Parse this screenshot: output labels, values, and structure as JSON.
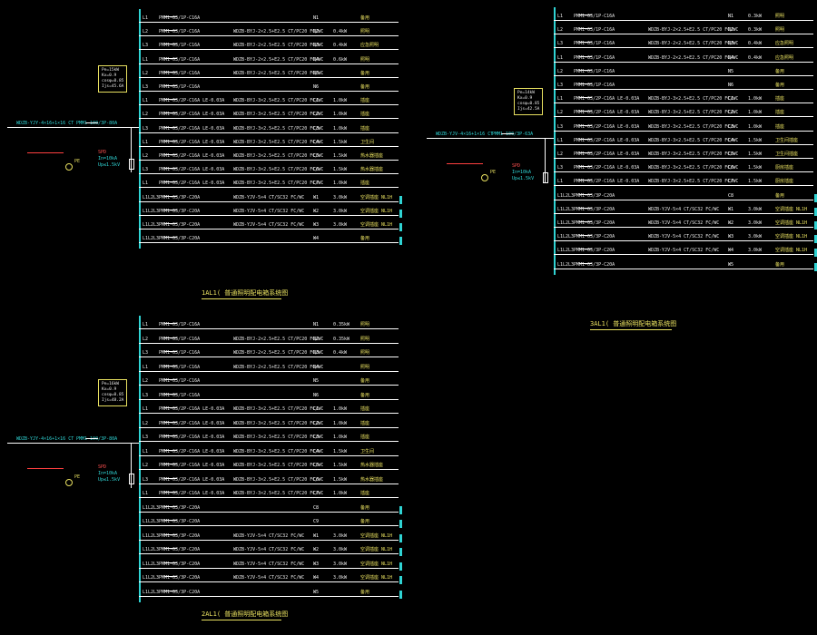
{
  "colors": {
    "bus": "#2fd3d3",
    "accent": "#e8e060",
    "alert": "#ff4040",
    "line": "#ffffff"
  },
  "panels": [
    {
      "id": "p1",
      "caption": "1AL1( 普通照明配电箱系统图",
      "info_lines": [
        "Pe=15kW",
        "Kx=0.9",
        "cosφ=0.85",
        "Ijs=45.6A"
      ],
      "incoming": "WDZB-YJY-4×16+1×16 CT",
      "main_breaker": "PMM1-100/3P-80A",
      "spd_lines": [
        "SPD",
        "In=10kA",
        "Up≤1.5kV"
      ],
      "pe_label": "PE",
      "rows": [
        {
          "ph": "L1",
          "br": "PMM1-63/1P-C16A",
          "cb": "",
          "num": "N1",
          "pw": "",
          "use": "备用"
        },
        {
          "ph": "L2",
          "br": "PMM1-63/1P-C16A",
          "cb": "WDZB-BYJ-2×2.5+E2.5 CT/PC20 FC/WC",
          "num": "N2",
          "pw": "0.4kW",
          "use": "照明"
        },
        {
          "ph": "L3",
          "br": "PMM1-63/1P-C16A",
          "cb": "WDZB-BYJ-2×2.5+E2.5 CT/PC20 FC/WC",
          "num": "N3",
          "pw": "0.4kW",
          "use": "应急照明"
        },
        {
          "ph": "L1",
          "br": "PMM1-63/1P-C16A",
          "cb": "WDZB-BYJ-2×2.5+E2.5 CT/PC20 FC/WC",
          "num": "N4",
          "pw": "0.6kW",
          "use": "照明"
        },
        {
          "ph": "L2",
          "br": "PMM1-63/1P-C16A",
          "cb": "WDZB-BYJ-2×2.5+E2.5 CT/PC20 FC/WC",
          "num": "N5",
          "pw": "",
          "use": "备用"
        },
        {
          "ph": "L3",
          "br": "PMM1-63/1P-C16A",
          "cb": "",
          "num": "N6",
          "pw": "",
          "use": "备用"
        },
        {
          "ph": "L1",
          "br": "PMM1-63/2P-C16A LE-0.03A",
          "cb": "WDZB-BYJ-3×2.5+E2.5 CT/PC20 FC/WC",
          "num": "C1",
          "pw": "1.0kW",
          "use": "插座"
        },
        {
          "ph": "L2",
          "br": "PMM1-63/2P-C16A LE-0.03A",
          "cb": "WDZB-BYJ-3×2.5+E2.5 CT/PC20 FC/WC",
          "num": "C2",
          "pw": "1.0kW",
          "use": "插座"
        },
        {
          "ph": "L3",
          "br": "PMM1-63/2P-C16A LE-0.03A",
          "cb": "WDZB-BYJ-3×2.5+E2.5 CT/PC20 FC/WC",
          "num": "C3",
          "pw": "1.0kW",
          "use": "插座"
        },
        {
          "ph": "L1",
          "br": "PMM1-63/2P-C16A LE-0.03A",
          "cb": "WDZB-BYJ-3×2.5+E2.5 CT/PC20 FC/WC",
          "num": "C4",
          "pw": "1.5kW",
          "use": "卫生间"
        },
        {
          "ph": "L2",
          "br": "PMM1-63/2P-C16A LE-0.03A",
          "cb": "WDZB-BYJ-3×2.5+E2.5 CT/PC20 FC/WC",
          "num": "C5",
          "pw": "1.5kW",
          "use": "热水器插座"
        },
        {
          "ph": "L3",
          "br": "PMM1-63/2P-C16A LE-0.03A",
          "cb": "WDZB-BYJ-3×2.5+E2.5 CT/PC20 FC/WC",
          "num": "C6",
          "pw": "1.5kW",
          "use": "热水器插座"
        },
        {
          "ph": "L1",
          "br": "PMM1-63/2P-C16A LE-0.03A",
          "cb": "WDZB-BYJ-3×2.5+E2.5 CT/PC20 FC/WC",
          "num": "C7",
          "pw": "1.0kW",
          "use": "插座"
        },
        {
          "ph": "L1L2L3",
          "br": "PMM1-63/3P-C20A",
          "cb": "WDZB-YJV-5×4 CT/SC32 FC/WC",
          "num": "W1",
          "pw": "3.0kW",
          "use": "空调插座 NL1H"
        },
        {
          "ph": "L1L2L3",
          "br": "PMM1-63/3P-C20A",
          "cb": "WDZB-YJV-5×4 CT/SC32 FC/WC",
          "num": "W2",
          "pw": "3.0kW",
          "use": "空调插座 NL1H"
        },
        {
          "ph": "L1L2L3",
          "br": "PMM1-63/3P-C20A",
          "cb": "WDZB-YJV-5×4 CT/SC32 FC/WC",
          "num": "W3",
          "pw": "3.0kW",
          "use": "空调插座 NL1H"
        },
        {
          "ph": "L1L2L3",
          "br": "PMM1-63/3P-C20A",
          "cb": "",
          "num": "W4",
          "pw": "",
          "use": "备用"
        }
      ]
    },
    {
      "id": "p2",
      "caption": "2AL1( 普通照明配电箱系统图",
      "info_lines": [
        "Pe=16kW",
        "Kx=0.9",
        "cosφ=0.85",
        "Ijs=48.2A"
      ],
      "incoming": "WDZB-YJY-4×16+1×16 CT",
      "main_breaker": "PMM1-100/3P-80A",
      "spd_lines": [
        "SPD",
        "In=10kA",
        "Up≤1.5kV"
      ],
      "pe_label": "PE",
      "rows": [
        {
          "ph": "L1",
          "br": "PMM1-63/1P-C16A",
          "cb": "",
          "num": "N1",
          "pw": "0.35kW",
          "use": "照明"
        },
        {
          "ph": "L2",
          "br": "PMM1-63/1P-C16A",
          "cb": "WDZB-BYJ-2×2.5+E2.5 CT/PC20 FC/WC",
          "num": "N2",
          "pw": "0.35kW",
          "use": "照明"
        },
        {
          "ph": "L3",
          "br": "PMM1-63/1P-C16A",
          "cb": "WDZB-BYJ-2×2.5+E2.5 CT/PC20 FC/WC",
          "num": "N3",
          "pw": "0.4kW",
          "use": "照明"
        },
        {
          "ph": "L1",
          "br": "PMM1-63/1P-C16A",
          "cb": "WDZB-BYJ-2×2.5+E2.5 CT/PC20 FC/WC",
          "num": "N4",
          "pw": "",
          "use": "照明"
        },
        {
          "ph": "L2",
          "br": "PMM1-63/1P-C16A",
          "cb": "",
          "num": "N5",
          "pw": "",
          "use": "备用"
        },
        {
          "ph": "L3",
          "br": "PMM1-63/1P-C16A",
          "cb": "",
          "num": "N6",
          "pw": "",
          "use": "备用"
        },
        {
          "ph": "L1",
          "br": "PMM1-63/2P-C16A LE-0.03A",
          "cb": "WDZB-BYJ-3×2.5+E2.5 CT/PC20 FC/WC",
          "num": "C1",
          "pw": "1.0kW",
          "use": "插座"
        },
        {
          "ph": "L2",
          "br": "PMM1-63/2P-C16A LE-0.03A",
          "cb": "WDZB-BYJ-3×2.5+E2.5 CT/PC20 FC/WC",
          "num": "C2",
          "pw": "1.0kW",
          "use": "插座"
        },
        {
          "ph": "L3",
          "br": "PMM1-63/2P-C16A LE-0.03A",
          "cb": "WDZB-BYJ-3×2.5+E2.5 CT/PC20 FC/WC",
          "num": "C3",
          "pw": "1.0kW",
          "use": "插座"
        },
        {
          "ph": "L1",
          "br": "PMM1-63/2P-C16A LE-0.03A",
          "cb": "WDZB-BYJ-3×2.5+E2.5 CT/PC20 FC/WC",
          "num": "C4",
          "pw": "1.5kW",
          "use": "卫生间"
        },
        {
          "ph": "L2",
          "br": "PMM1-63/2P-C16A LE-0.03A",
          "cb": "WDZB-BYJ-3×2.5+E2.5 CT/PC20 FC/WC",
          "num": "C5",
          "pw": "1.5kW",
          "use": "热水器插座"
        },
        {
          "ph": "L3",
          "br": "PMM1-63/2P-C16A LE-0.03A",
          "cb": "WDZB-BYJ-3×2.5+E2.5 CT/PC20 FC/WC",
          "num": "C6",
          "pw": "1.5kW",
          "use": "热水器插座"
        },
        {
          "ph": "L1",
          "br": "PMM1-63/2P-C16A LE-0.03A",
          "cb": "WDZB-BYJ-3×2.5+E2.5 CT/PC20 FC/WC",
          "num": "C7",
          "pw": "1.0kW",
          "use": "插座"
        },
        {
          "ph": "L1L2L3",
          "br": "PMM1-63/3P-C20A",
          "cb": "",
          "num": "C8",
          "pw": "",
          "use": "备用"
        },
        {
          "ph": "L1L2L3",
          "br": "PMM1-63/3P-C20A",
          "cb": "",
          "num": "C9",
          "pw": "",
          "use": "备用"
        },
        {
          "ph": "L1L2L3",
          "br": "PMM1-63/3P-C20A",
          "cb": "WDZB-YJV-5×4 CT/SC32 FC/WC",
          "num": "W1",
          "pw": "3.0kW",
          "use": "空调插座 NL1H"
        },
        {
          "ph": "L1L2L3",
          "br": "PMM1-63/3P-C20A",
          "cb": "WDZB-YJV-5×4 CT/SC32 FC/WC",
          "num": "W2",
          "pw": "3.0kW",
          "use": "空调插座 NL1H"
        },
        {
          "ph": "L1L2L3",
          "br": "PMM1-63/3P-C20A",
          "cb": "WDZB-YJV-5×4 CT/SC32 FC/WC",
          "num": "W3",
          "pw": "3.0kW",
          "use": "空调插座 NL1H"
        },
        {
          "ph": "L1L2L3",
          "br": "PMM1-63/3P-C20A",
          "cb": "WDZB-YJV-5×4 CT/SC32 FC/WC",
          "num": "W4",
          "pw": "3.0kW",
          "use": "空调插座 NL1H"
        },
        {
          "ph": "L1L2L3",
          "br": "PMM1-63/3P-C20A",
          "cb": "",
          "num": "W5",
          "pw": "",
          "use": "备用"
        }
      ]
    },
    {
      "id": "p3",
      "caption": "3AL1( 普通照明配电箱系统图",
      "info_lines": [
        "Pe=14kW",
        "Kx=0.9",
        "cosφ=0.85",
        "Ijs=42.5A"
      ],
      "incoming": "WDZB-YJV-4×16+1×16 CT",
      "main_breaker": "PMM1-100/3P-63A",
      "spd_lines": [
        "SPD",
        "In=10kA",
        "Up≤1.5kV"
      ],
      "pe_label": "PE",
      "rows": [
        {
          "ph": "L1",
          "br": "PMM1-63/1P-C16A",
          "cb": "",
          "num": "N1",
          "pw": "0.3kW",
          "use": "照明"
        },
        {
          "ph": "L2",
          "br": "PMM1-63/1P-C16A",
          "cb": "WDZB-BYJ-2×2.5+E2.5 CT/PC20 FC/WC",
          "num": "N2",
          "pw": "0.3kW",
          "use": "照明"
        },
        {
          "ph": "L3",
          "br": "PMM1-63/1P-C16A",
          "cb": "WDZB-BYJ-2×2.5+E2.5 CT/PC20 FC/WC",
          "num": "N3",
          "pw": "0.4kW",
          "use": "应急照明"
        },
        {
          "ph": "L1",
          "br": "PMM1-63/1P-C16A",
          "cb": "WDZB-BYJ-2×2.5+E2.5 CT/PC20 FC/WC",
          "num": "N4",
          "pw": "0.4kW",
          "use": "应急照明"
        },
        {
          "ph": "L2",
          "br": "PMM1-63/1P-C16A",
          "cb": "",
          "num": "N5",
          "pw": "",
          "use": "备用"
        },
        {
          "ph": "L3",
          "br": "PMM1-63/1P-C16A",
          "cb": "",
          "num": "N6",
          "pw": "",
          "use": "备用"
        },
        {
          "ph": "L1",
          "br": "PMM1-63/2P-C16A LE-0.03A",
          "cb": "WDZB-BYJ-3×2.5+E2.5 CT/PC20 FC/WC",
          "num": "C1",
          "pw": "1.0kW",
          "use": "插座"
        },
        {
          "ph": "L2",
          "br": "PMM1-63/2P-C16A LE-0.03A",
          "cb": "WDZB-BYJ-3×2.5+E2.5 CT/PC20 FC/WC",
          "num": "C2",
          "pw": "1.0kW",
          "use": "插座"
        },
        {
          "ph": "L3",
          "br": "PMM1-63/2P-C16A LE-0.03A",
          "cb": "WDZB-BYJ-3×2.5+E2.5 CT/PC20 FC/WC",
          "num": "C3",
          "pw": "1.0kW",
          "use": "插座"
        },
        {
          "ph": "L1",
          "br": "PMM1-63/2P-C16A LE-0.03A",
          "cb": "WDZB-BYJ-3×2.5+E2.5 CT/PC20 FC/WC",
          "num": "C4",
          "pw": "1.5kW",
          "use": "卫生间插座"
        },
        {
          "ph": "L2",
          "br": "PMM1-63/2P-C16A LE-0.03A",
          "cb": "WDZB-BYJ-3×2.5+E2.5 CT/PC20 FC/WC",
          "num": "C5",
          "pw": "1.5kW",
          "use": "卫生间插座"
        },
        {
          "ph": "L3",
          "br": "PMM1-63/2P-C16A LE-0.03A",
          "cb": "WDZB-BYJ-3×2.5+E2.5 CT/PC20 FC/WC",
          "num": "C6",
          "pw": "1.5kW",
          "use": "厨房插座"
        },
        {
          "ph": "L1",
          "br": "PMM1-63/2P-C16A LE-0.03A",
          "cb": "WDZB-BYJ-3×2.5+E2.5 CT/PC20 FC/WC",
          "num": "C7",
          "pw": "1.5kW",
          "use": "厨房插座"
        },
        {
          "ph": "L1L2L3",
          "br": "PMM1-63/3P-C20A",
          "cb": "",
          "num": "C8",
          "pw": "",
          "use": "备用"
        },
        {
          "ph": "L1L2L3",
          "br": "PMM1-63/3P-C20A",
          "cb": "WDZB-YJV-5×4 CT/SC32 FC/WC",
          "num": "W1",
          "pw": "3.0kW",
          "use": "空调插座 NL1H"
        },
        {
          "ph": "L1L2L3",
          "br": "PMM1-63/3P-C20A",
          "cb": "WDZB-YJV-5×4 CT/SC32 FC/WC",
          "num": "W2",
          "pw": "3.0kW",
          "use": "空调插座 NL1H"
        },
        {
          "ph": "L1L2L3",
          "br": "PMM1-63/3P-C20A",
          "cb": "WDZB-YJV-5×4 CT/SC32 FC/WC",
          "num": "W3",
          "pw": "3.0kW",
          "use": "空调插座 NL1H"
        },
        {
          "ph": "L1L2L3",
          "br": "PMM1-63/3P-C20A",
          "cb": "WDZB-YJV-5×4 CT/SC32 FC/WC",
          "num": "W4",
          "pw": "3.0kW",
          "use": "空调插座 NL1H"
        },
        {
          "ph": "L1L2L3",
          "br": "PMM1-63/3P-C20A",
          "cb": "",
          "num": "W5",
          "pw": "",
          "use": "备用"
        }
      ]
    }
  ]
}
